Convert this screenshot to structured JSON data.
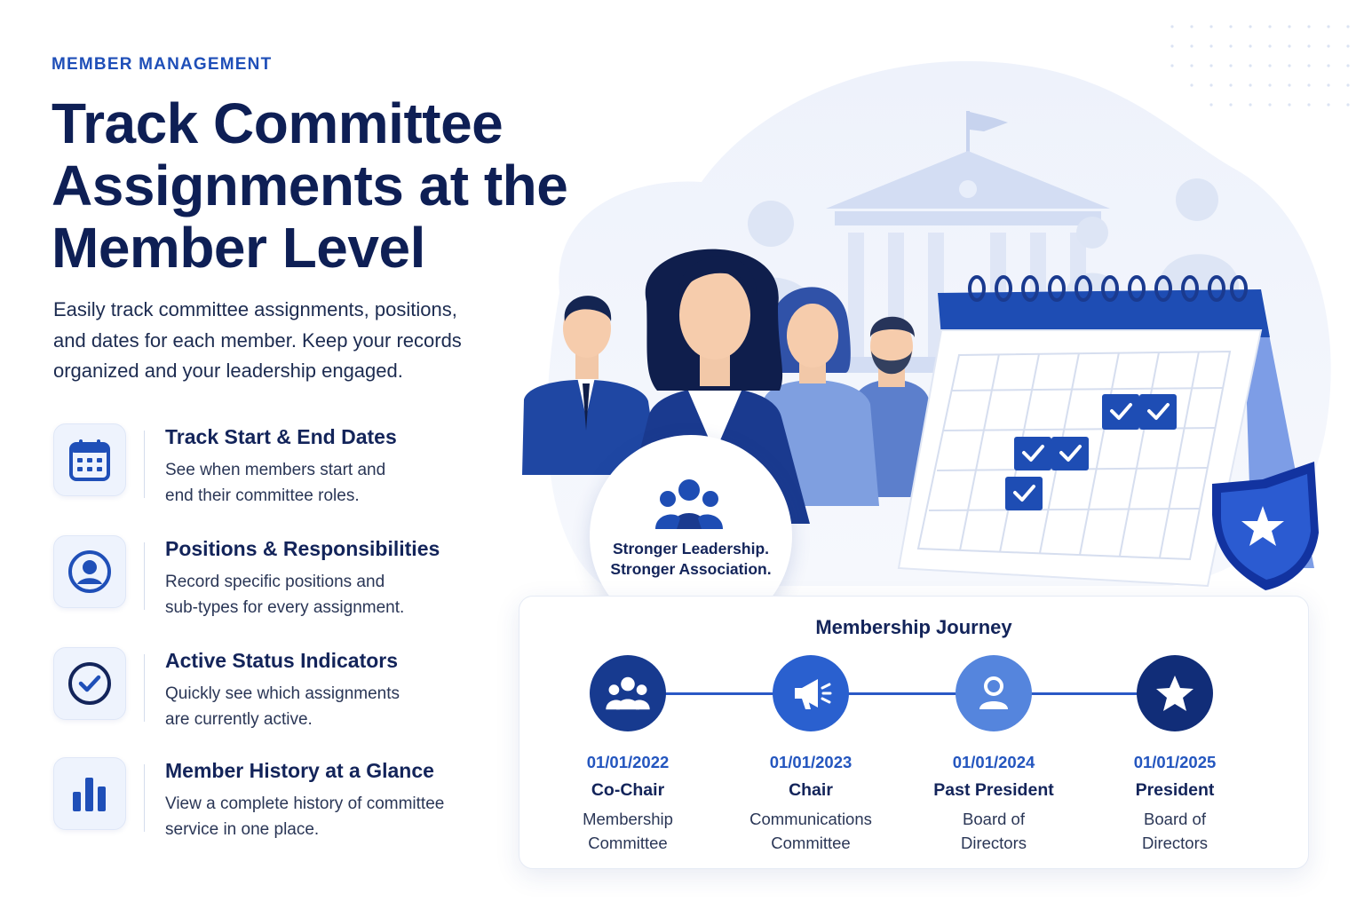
{
  "header": {
    "eyebrow": "Member Management",
    "headline_lines": [
      "Track Committee",
      "Assignments at the",
      "Member Level"
    ],
    "intro_lines": [
      "Easily track committee assignments, positions,",
      "and dates for each member. Keep your records",
      "organized and your leadership engaged."
    ]
  },
  "features": [
    {
      "icon": "calendar-icon",
      "title": "Track Start & End Dates",
      "desc_lines": [
        "See when members start and",
        "end their committee roles."
      ]
    },
    {
      "icon": "user-circle-icon",
      "title": "Positions & Responsibilities",
      "desc_lines": [
        "Record specific positions and",
        "sub-types for every assignment."
      ]
    },
    {
      "icon": "check-circle-icon",
      "title": "Active Status Indicators",
      "desc_lines": [
        "Quickly see which assignments",
        "are currently active."
      ]
    },
    {
      "icon": "bar-chart-icon",
      "title": "Member History at a Glance",
      "desc_lines": [
        "View a complete history of committee",
        "service in one place."
      ]
    }
  ],
  "badge": {
    "icon": "group-icon",
    "lines": [
      "Stronger Leadership.",
      "Stronger Association."
    ]
  },
  "journey": {
    "title": "Membership Journey",
    "stages": [
      {
        "icon": "group-icon",
        "date": "01/01/2022",
        "role": "Co-Chair",
        "org_lines": [
          "Membership",
          "Committee"
        ],
        "color": "#173a8f"
      },
      {
        "icon": "megaphone-icon",
        "date": "01/01/2023",
        "role": "Chair",
        "org_lines": [
          "Communications",
          "Committee"
        ],
        "color": "#2a60cf"
      },
      {
        "icon": "user-icon",
        "date": "01/01/2024",
        "role": "Past President",
        "org_lines": [
          "Board of",
          "Directors"
        ],
        "color": "#5585dd"
      },
      {
        "icon": "star-icon",
        "date": "01/01/2025",
        "role": "President",
        "org_lines": [
          "Board of",
          "Directors"
        ],
        "color": "#112d78"
      }
    ]
  },
  "colors": {
    "primary": "#1f4fb8",
    "navy": "#0e1f55",
    "light": "#eef3fd"
  }
}
